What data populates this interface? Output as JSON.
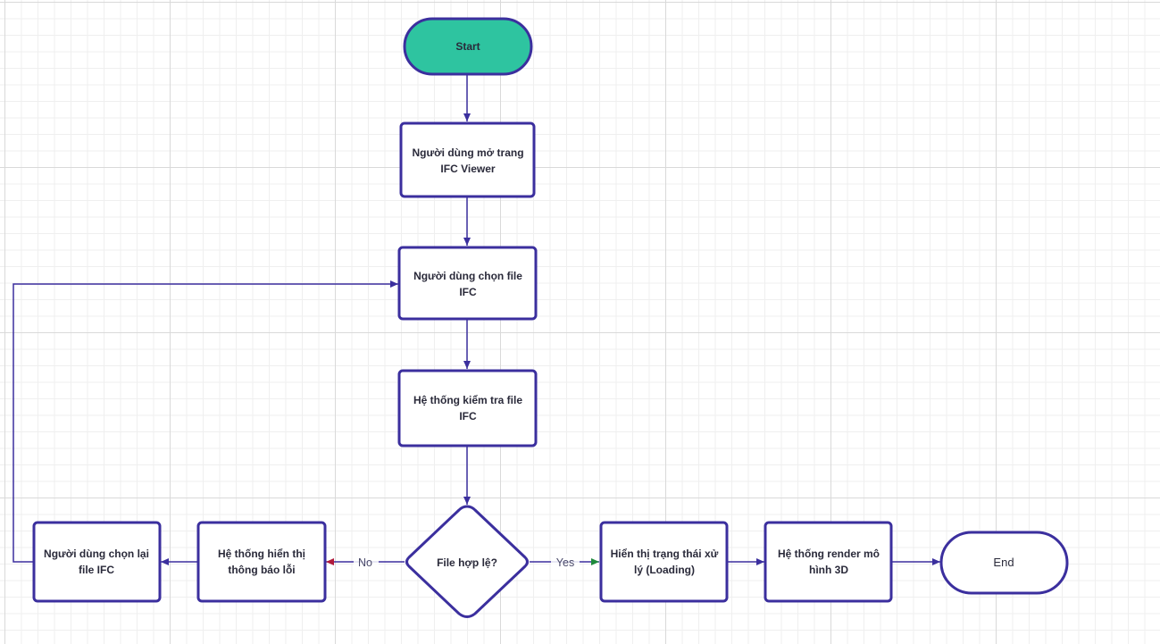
{
  "colors": {
    "node_border": "#3b2f9e",
    "node_fill": "#ffffff",
    "start_fill": "#2ec4a0",
    "edge": "#3b2f9e",
    "no_arrow": "#b0183a",
    "yes_arrow": "#1e8a3c"
  },
  "nodes": {
    "start": {
      "label": "Start",
      "shape": "terminator"
    },
    "open_viewer": {
      "label": "Người dùng mở trang IFC Viewer",
      "shape": "process"
    },
    "choose_file": {
      "label": "Người dùng chọn file IFC",
      "shape": "process"
    },
    "check_file": {
      "label": "Hệ thống kiểm tra file IFC",
      "shape": "process"
    },
    "decision": {
      "label": "File hợp lệ?",
      "shape": "decision"
    },
    "show_error": {
      "label": "Hệ thống hiển thị thông báo lỗi",
      "shape": "process"
    },
    "rechoose_file": {
      "label": "Người dùng chọn lại file IFC",
      "shape": "process"
    },
    "loading": {
      "label": "Hiển thị trạng thái xử lý (Loading)",
      "shape": "process"
    },
    "render": {
      "label": "Hệ thống render mô hình 3D",
      "shape": "process"
    },
    "end": {
      "label": "End",
      "shape": "terminator"
    }
  },
  "edges": {
    "no": {
      "label": "No"
    },
    "yes": {
      "label": "Yes"
    }
  }
}
